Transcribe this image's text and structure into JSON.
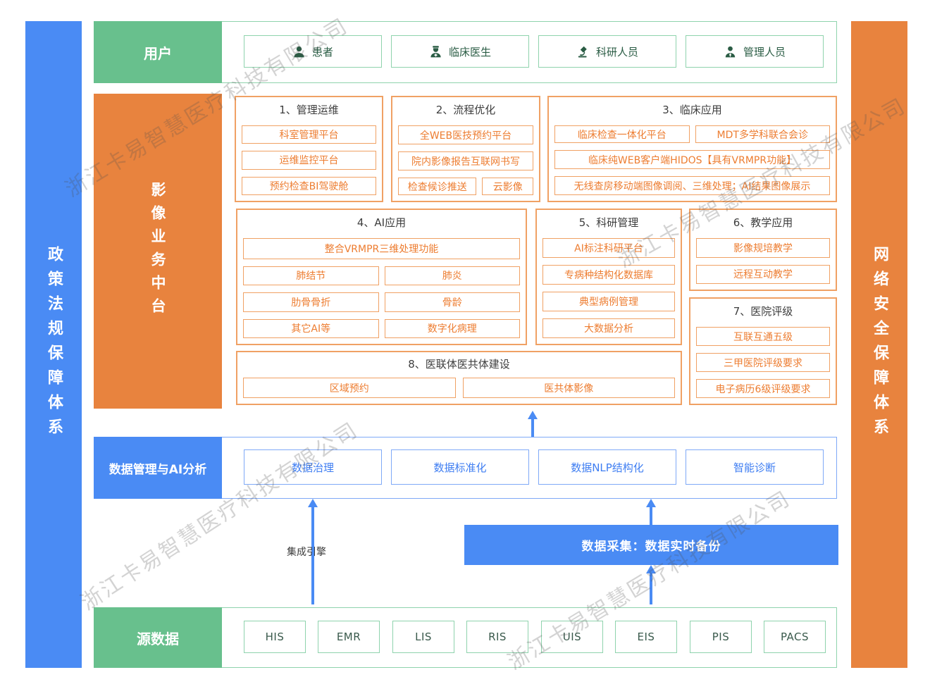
{
  "watermark": {
    "text": "浙江卡易智慧医疗科技有限公司"
  },
  "side_bars": {
    "left": "政策法规保障体系",
    "right": "网络安全保障体系"
  },
  "users_row": {
    "label": "用户",
    "items": [
      {
        "icon": "patient-icon",
        "label": "患者"
      },
      {
        "icon": "doctor-icon",
        "label": "临床医生"
      },
      {
        "icon": "microscope-icon",
        "label": "科研人员"
      },
      {
        "icon": "admin-icon",
        "label": "管理人员"
      }
    ]
  },
  "platform": {
    "label": "影像业务中台",
    "sections": {
      "s1": {
        "title": "1、管理运维",
        "items": [
          "科室管理平台",
          "运维监控平台",
          "预约检查BI驾驶舱"
        ]
      },
      "s2": {
        "title": "2、流程优化",
        "items": [
          "全WEB医技预约平台",
          "院内影像报告互联网书写"
        ],
        "split": [
          "检查候诊推送",
          "云影像"
        ]
      },
      "s3": {
        "title": "3、临床应用",
        "split": [
          "临床检查一体化平台",
          "MDT多学科联合会诊"
        ],
        "items": [
          "临床纯WEB客户端HIDOS【具有VRMPR功能】",
          "无线查房移动端图像调阅、三维处理；AI结果图像展示"
        ]
      },
      "s4": {
        "title": "4、AI应用",
        "full": "整合VRMPR三维处理功能",
        "grid": [
          "肺结节",
          "肺炎",
          "肋骨骨折",
          "骨龄",
          "其它AI等",
          "数字化病理"
        ]
      },
      "s5": {
        "title": "5、科研管理",
        "items": [
          "AI标注科研平台",
          "专病种结构化数据库",
          "典型病例管理",
          "大数据分析"
        ]
      },
      "s6": {
        "title": "6、教学应用",
        "items": [
          "影像规培教学",
          "远程互动教学"
        ]
      },
      "s7": {
        "title": "7、医院评级",
        "items": [
          "互联互通五级",
          "三甲医院评级要求",
          "电子病历6级评级要求"
        ]
      },
      "s8": {
        "title": "8、医联体医共体建设",
        "split": [
          "区域预约",
          "医共体影像"
        ]
      }
    }
  },
  "data_mgmt_row": {
    "label": "数据管理与AI分析",
    "items": [
      "数据治理",
      "数据标准化",
      "数据NLP结构化",
      "智能诊断"
    ]
  },
  "flow": {
    "integration_engine": "集成引擎",
    "data_collection": "数据采集：数据实时备份"
  },
  "source_row": {
    "label": "源数据",
    "items": [
      "HIS",
      "EMR",
      "LIS",
      "RIS",
      "UIS",
      "EIS",
      "PIS",
      "PACS"
    ]
  },
  "colors": {
    "green": "#68c08d",
    "green-border": "#8fd3ad",
    "orange": "#e8833e",
    "orange-border": "#f0a164",
    "orange-text": "#ed7d31",
    "blue": "#4a8bf4",
    "blue-border": "#7fa9f7",
    "blue-text": "#3f7ef2",
    "dark-green-text": "#2a5c44",
    "title-text": "#3d3d3d"
  }
}
